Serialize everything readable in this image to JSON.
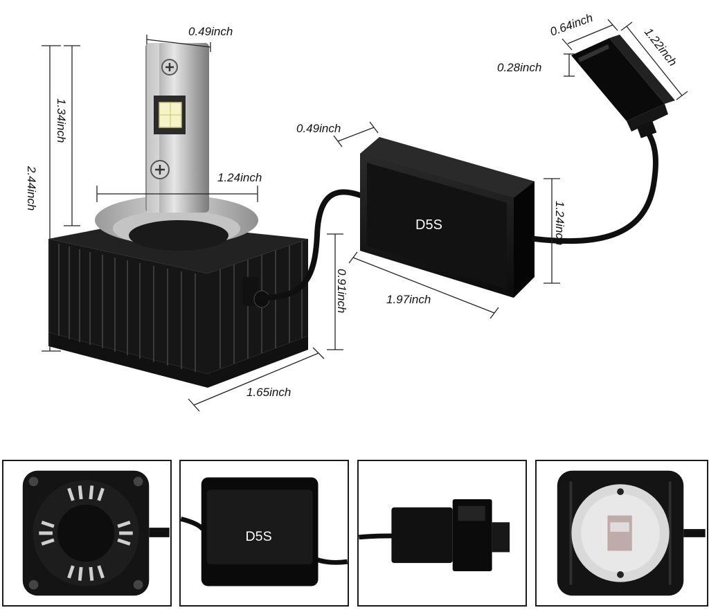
{
  "product": {
    "main_label": "D5S",
    "thumb_label": "D5S"
  },
  "dimensions": {
    "chip_width": "0.49inch",
    "lamp_height": "2.44inch",
    "neck_height": "1.34inch",
    "base_diameter": "1.24inch",
    "heatsink_height": "0.91inch",
    "heatsink_width": "1.65inch",
    "box_depth": "0.49inch",
    "box_length": "1.97inch",
    "box_height": "1.24inch",
    "plug_width": "0.64inch",
    "plug_depth": "0.28inch",
    "plug_length": "1.22inch"
  },
  "colors": {
    "body": "#151515",
    "metal": "#b8b8b8",
    "led": "#f5f3c8"
  }
}
